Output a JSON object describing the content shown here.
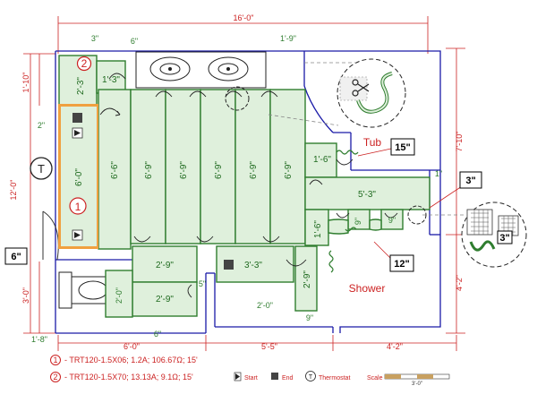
{
  "dimensions": {
    "top_total": "16'-0\"",
    "top_3in": "3\"",
    "top_6in": "6\"",
    "top_1_9": "1'-9\"",
    "left_1_10": "1'-10\"",
    "left_12_0": "12'-0\"",
    "left_2in": "2\"",
    "left_3_0": "3'-0\"",
    "left_1_8": "1'-8\"",
    "right_7_10": "7'-10\"",
    "right_4_2": "4'-2\"",
    "right_1in": "1\"",
    "bottom_6_0": "6'-0\"",
    "bottom_5_5": "5'-5\"",
    "bottom_4_2": "4'-2\"",
    "bottom_6in": "6\"",
    "mid_5in": "5\"",
    "mid_2_0": "2'-0\"",
    "mid_9in": "9\""
  },
  "mat_labels": {
    "m_2_3": "2'-3\"",
    "m_1_3": "1'-3\"",
    "m_6_0": "6'-0\"",
    "m_6_6": "6'-6\"",
    "m_6_9": "6'-9\"",
    "m_1_6a": "1'-6\"",
    "m_5_3": "5'-3\"",
    "m_1_6b": "1'-6\"",
    "m_9a": "9\"",
    "m_9b": "9\"",
    "m_2_9a": "2'-9\"",
    "m_3_3": "3'-3\"",
    "m_2_0": "2'-0\"",
    "m_2_9b": "2'-9\"",
    "m_2_9c": "2'-9\""
  },
  "rooms": {
    "tub": "Tub",
    "shower": "Shower"
  },
  "callouts": {
    "c15": "15\"",
    "c12": "12\"",
    "c6": "6\"",
    "c3": "3\"",
    "c3_inset": "3\""
  },
  "markers": {
    "circle1": "1",
    "circle2": "2",
    "thermostat": "T"
  },
  "legend": {
    "item1": "- TRT120-1.5X06; 1.2A; 106.67Ω; 15'",
    "item2": "- TRT120-1.5X70; 13.13A; 9.1Ω; 15'",
    "start": "Start",
    "end": "End",
    "thermostat": "Thermostat",
    "scale": "Scale",
    "scale_value": "3'-0\""
  },
  "colors": {
    "wall": "#1a1aa8",
    "mat_fill": "#dff0dc",
    "mat_stroke": "#2f7d2f",
    "dim": "#cc2222",
    "orange": "#f0a040"
  }
}
